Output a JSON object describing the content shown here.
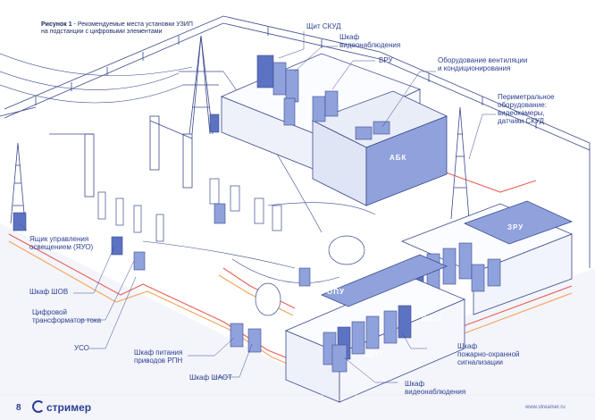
{
  "caption": {
    "bold": "Рисунок 1",
    "text": " - Рекомендуемые места установки УЗИП",
    "line2": "на подстанции с цифровыми элементами"
  },
  "labels": {
    "skud": "Щит СКУД",
    "video_top_1": "Шкаф",
    "video_top_2": "видеонаблюдения",
    "vru": "ВРУ",
    "vent_1": "Оборудование вентиляции",
    "vent_2": "и кондиционирования",
    "perim_1": "Периметральное",
    "perim_2": "оборудование:",
    "perim_3": "видеокамеры,",
    "perim_4": "датчики СКУД",
    "yauo_1": "Ящик управления",
    "yauo_2": "освещением (ЯУО)",
    "shov": "Шкаф ШОВ",
    "tt_1": "Цифровой",
    "tt_2": "трансформатор тока",
    "uso": "УСО",
    "rpn_1": "Шкаф питания",
    "rpn_2": "приводов РПН",
    "shaot": "Шкаф ШАОТ",
    "fire_1": "Шкаф",
    "fire_2": "пожарно-охранной",
    "fire_3": "сигнализации",
    "video_bot_1": "Шкаф",
    "video_bot_2": "видеонаблюдения"
  },
  "building_labels": {
    "abk": "АБК",
    "zru": "ЗРУ",
    "opu": "ОПУ",
    "shchpt": "ЩПТ",
    "shchsn": "ЩСН"
  },
  "footer": {
    "page_number": "8",
    "logo": "стример",
    "url": "www.streamer.ru"
  },
  "colors": {
    "line": "#3b4a8f",
    "cabinet_blue": "#8fa2dc",
    "cabinet_dark": "#5c72c2",
    "cable_red": "#e8605a",
    "cable_orange": "#f4a25a"
  }
}
